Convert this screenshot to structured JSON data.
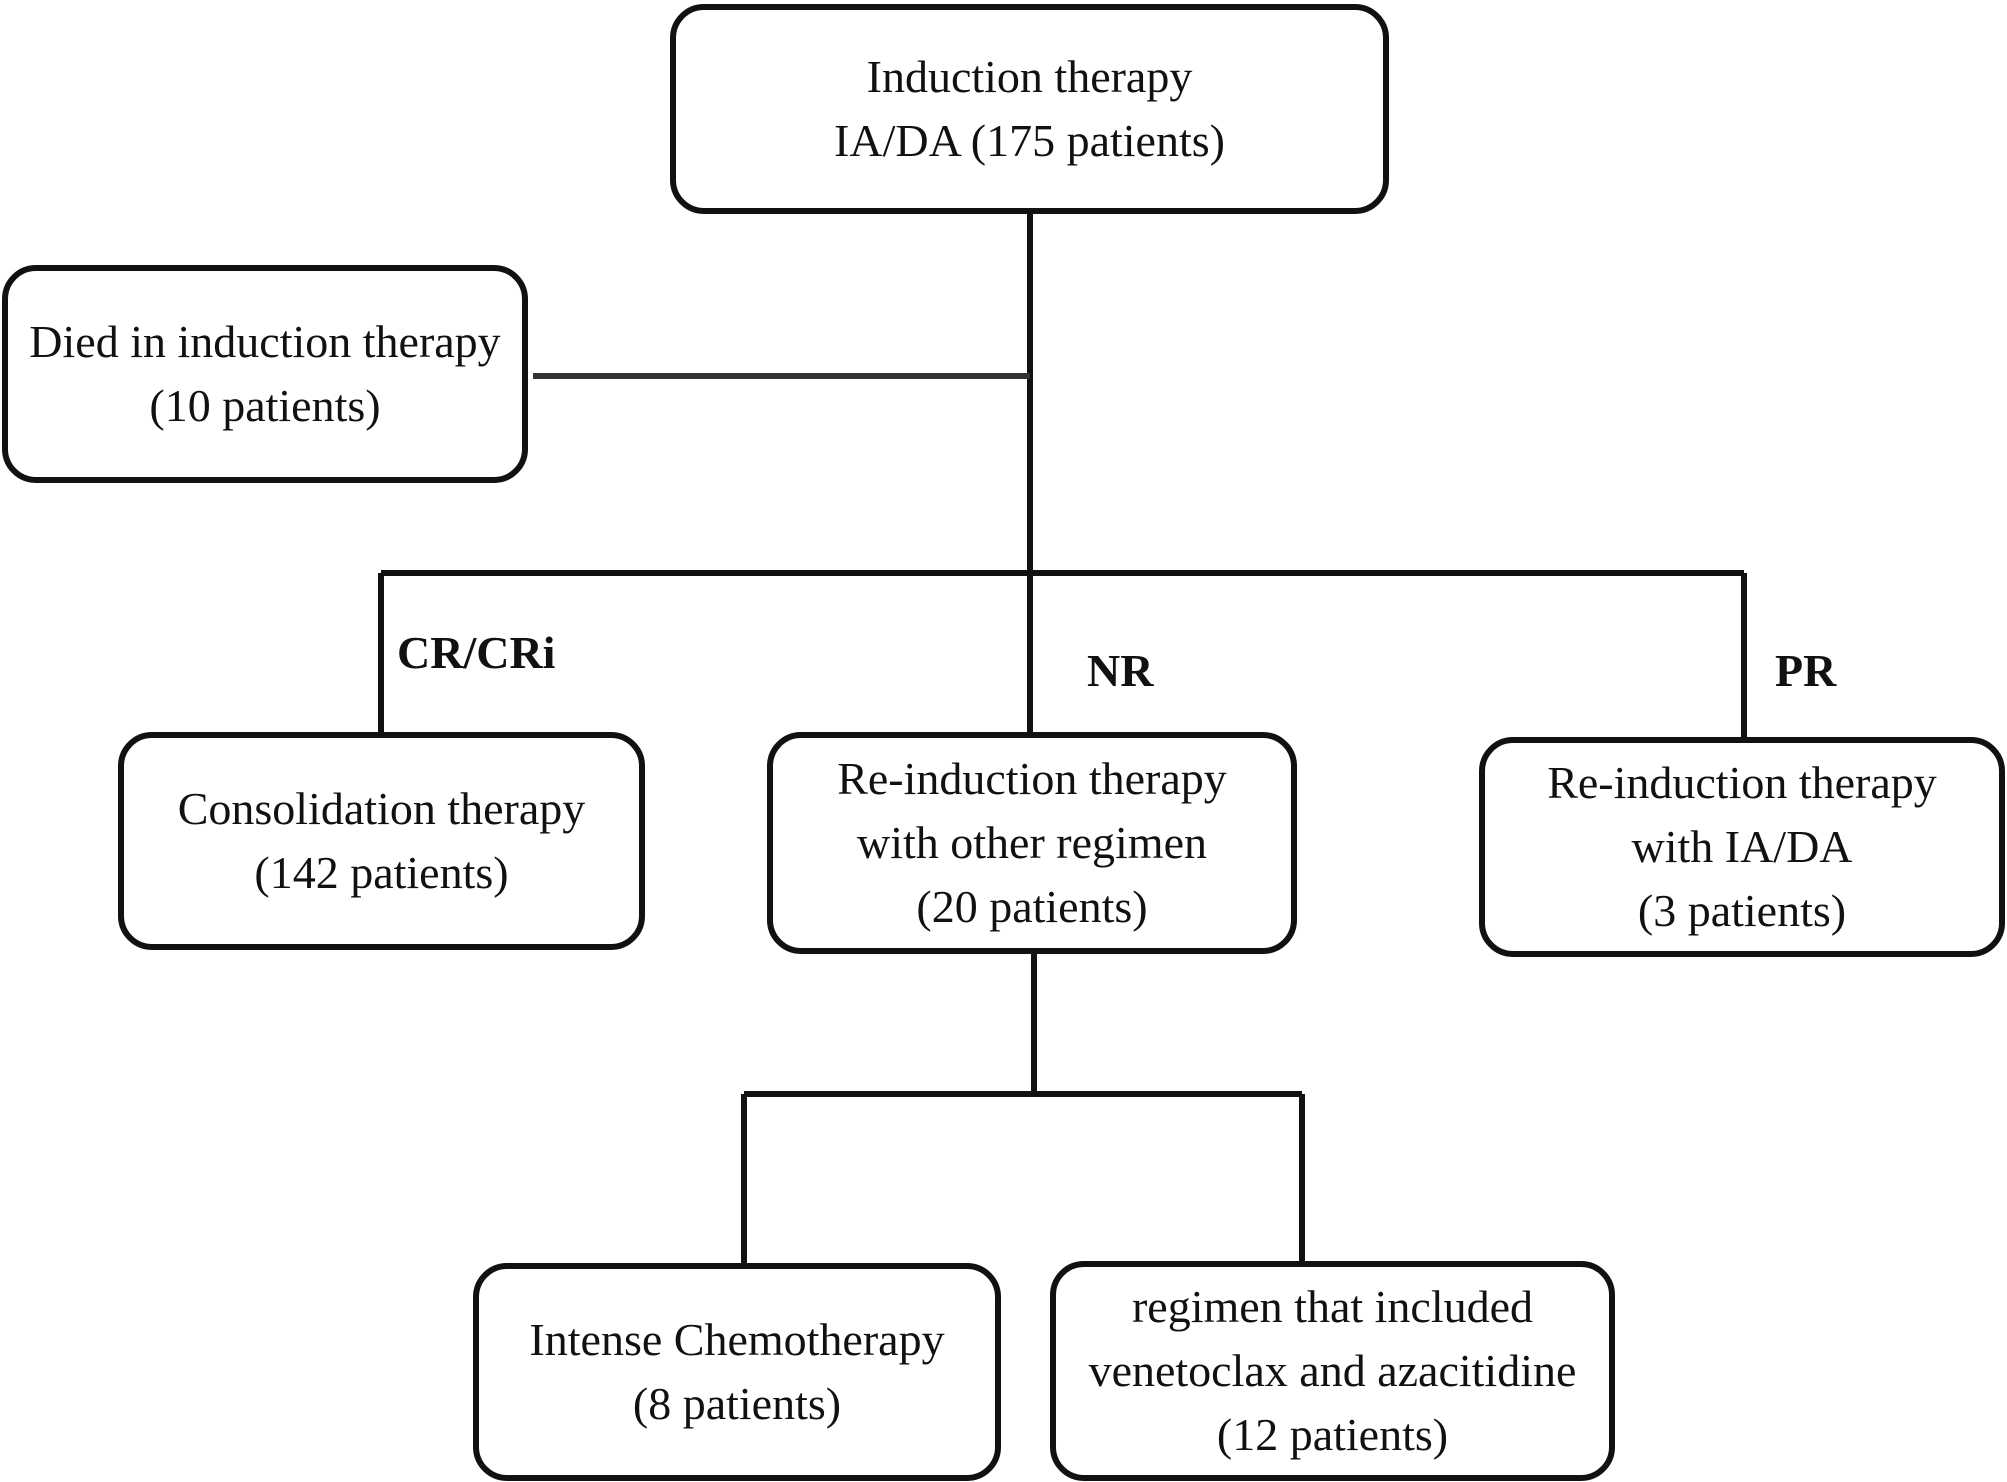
{
  "nodes": {
    "induction": {
      "line1": "Induction therapy",
      "line2": "IA/DA (175 patients)"
    },
    "died": {
      "line1": "Died in induction therapy",
      "line2": "(10 patients)"
    },
    "consolidation": {
      "line1": "Consolidation therapy",
      "line2": "(142 patients)"
    },
    "reinduction_other": {
      "line1": "Re-induction therapy",
      "line2": "with other regimen",
      "line3": "(20 patients)"
    },
    "reinduction_iada": {
      "line1": "Re-induction therapy",
      "line2": "with IA/DA",
      "line3": "(3 patients)"
    },
    "intense_chemo": {
      "line1": "Intense Chemotherapy",
      "line2": "(8 patients)"
    },
    "ven_aza": {
      "line1": "regimen that included",
      "line2": "venetoclax and azacitidine",
      "line3": "(12 patients)"
    }
  },
  "branch_labels": {
    "cr": "CR/CRi",
    "nr": "NR",
    "pr": "PR"
  },
  "colors": {
    "stroke": "#111111",
    "side_connector": "#333333",
    "background": "#ffffff"
  }
}
